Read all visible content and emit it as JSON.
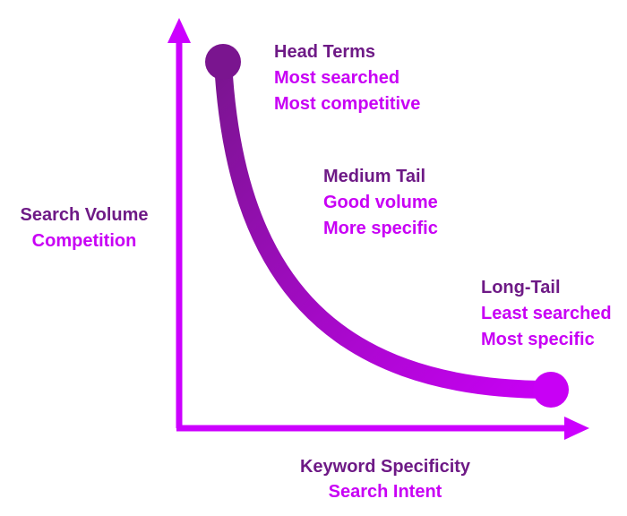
{
  "colors": {
    "axis": "#CC00FF",
    "curve_start": "#7A158F",
    "curve_end": "#C800F5",
    "title_text": "#6E1A86",
    "sub_text": "#C800F5"
  },
  "y_axis": {
    "line1": "Search Volume",
    "line2": "Competition"
  },
  "x_axis": {
    "line1": "Keyword Specificity",
    "line2": "Search Intent"
  },
  "stages": [
    {
      "title": "Head Terms",
      "line1": "Most searched",
      "line2": "Most competitive"
    },
    {
      "title": "Medium Tail",
      "line1": "Good volume",
      "line2": "More specific"
    },
    {
      "title": "Long-Tail",
      "line1": "Least searched",
      "line2": "Most specific"
    }
  ]
}
